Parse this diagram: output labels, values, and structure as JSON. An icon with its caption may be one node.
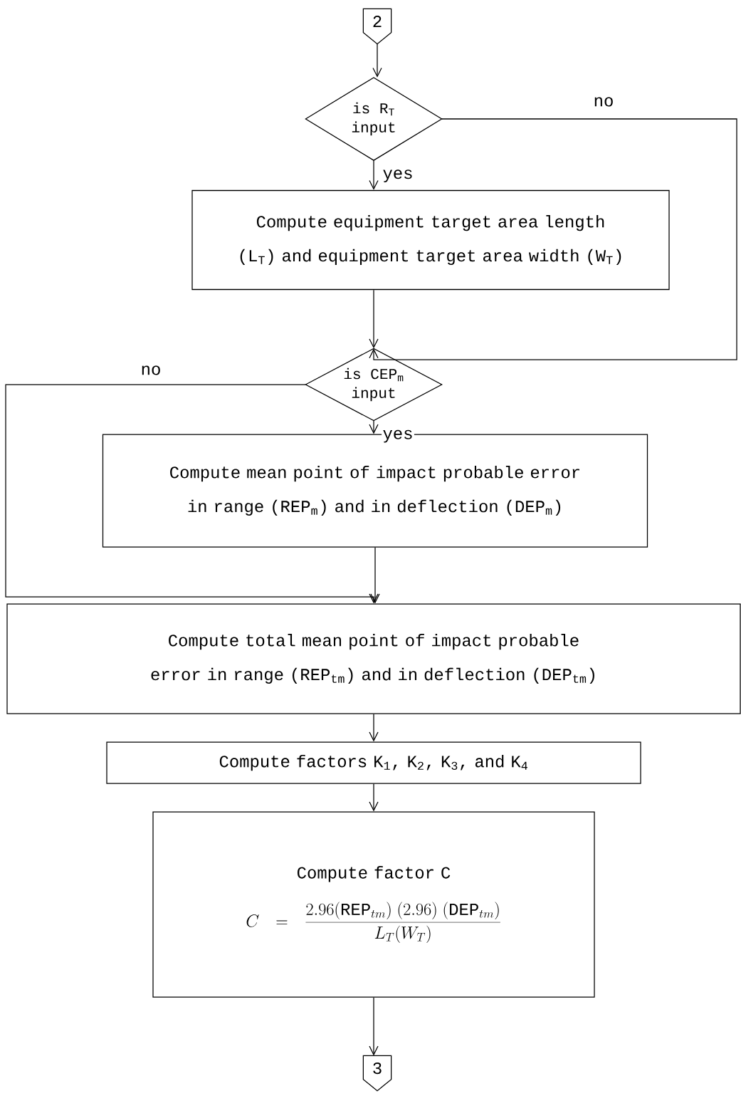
{
  "diagram": {
    "nodes": [
      {
        "text": [
          "2"
        ]
      },
      {
        "text": [
          "is R$_{T}$ input"
        ]
      },
      {
        "text": [
          "Compute equipment target area length (L$_{T}$) and equipment target area width (W$_{T}$)"
        ]
      },
      {
        "text": [
          "is CEP$_{m}$ input"
        ]
      },
      {
        "text": [
          "Compute mean point of impact probable error in range (REP$_{m}$) and in deflection (DEP$_{m}$)"
        ]
      },
      {
        "text": [
          "Compute total mean point of impact probable error in range (REP$_{tm}$) and in deflection (DEP$_{tm}$)"
        ]
      },
      {
        "text": [
          "Compute factors K$_{1}$, K$_{2}$, K$_{3}$, and K$_{4}$"
        ]
      },
      {
        "text": [
          "Compute factor C",
          "C = \\frac{2.96(\\mathrm{REP}_{tm})\\;(2.96)\\;(\\mathrm{DEP}_{tm})}{L_T(W_T)}"
        ]
      },
      {
        "text": [
          "3"
        ]
      }
    ],
    "edges": [
      {
        "from": 0,
        "to": 1,
        "arrow": "to"
      },
      {
        "from": 1,
        "to": 2,
        "arrow": "to",
        "label": "yes"
      },
      {
        "from": 1,
        "to": 3,
        "arrow": "to",
        "label": "no"
      },
      {
        "from": 2,
        "to": 3,
        "arrow": "to"
      },
      {
        "from": 3,
        "to": 4,
        "arrow": "to",
        "label": "yes"
      },
      {
        "from": 3,
        "to": 5,
        "arrow": "to",
        "label": "no"
      },
      {
        "from": 4,
        "to": 5,
        "arrow": "to"
      },
      {
        "from": 5,
        "to": 6,
        "arrow": "to"
      },
      {
        "from": 6,
        "to": 7,
        "arrow": "to"
      },
      {
        "from": 7,
        "to": 8,
        "arrow": "to"
      }
    ]
  }
}
